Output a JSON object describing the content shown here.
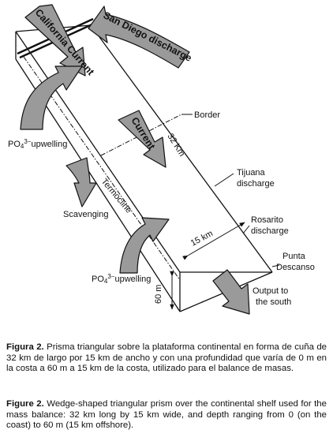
{
  "diagram": {
    "labels": {
      "california_current": "California Current",
      "san_diego_discharge": "San Diego discharge",
      "border": "Border",
      "current": "Current",
      "length": "32 Km",
      "tijuana": "Tijuana discharge",
      "rosarito": "Rosarito discharge",
      "width": "15 km",
      "punta": "Punta Descanso",
      "output": "Output to the south",
      "depth": "60 m",
      "termocline": "Termocline",
      "scavenging": "Scavenging",
      "po4_upwelling_1": "PO4 3- upwelling",
      "po4_upwelling_2": "PO4 3- upwelling"
    },
    "colors": {
      "arrow_fill": "#9a9a9a",
      "line": "#111111"
    }
  },
  "captions": {
    "es_label": "Figura 2.",
    "es_text": "Prisma triangular sobre la plataforma continental en forma de cuña de 32 km de largo por 15 km de ancho y con una profundidad que varía de 0 m en la costa a 60 m a 15 km de la costa, utilizado para el balance de masas.",
    "en_label": "Figure 2.",
    "en_text": "Wedge-shaped triangular prism over the continental shelf used for the mass balance: 32 km long by 15 km wide, and depth ranging from 0 (on the coast) to 60 m (15 km offshore)."
  }
}
